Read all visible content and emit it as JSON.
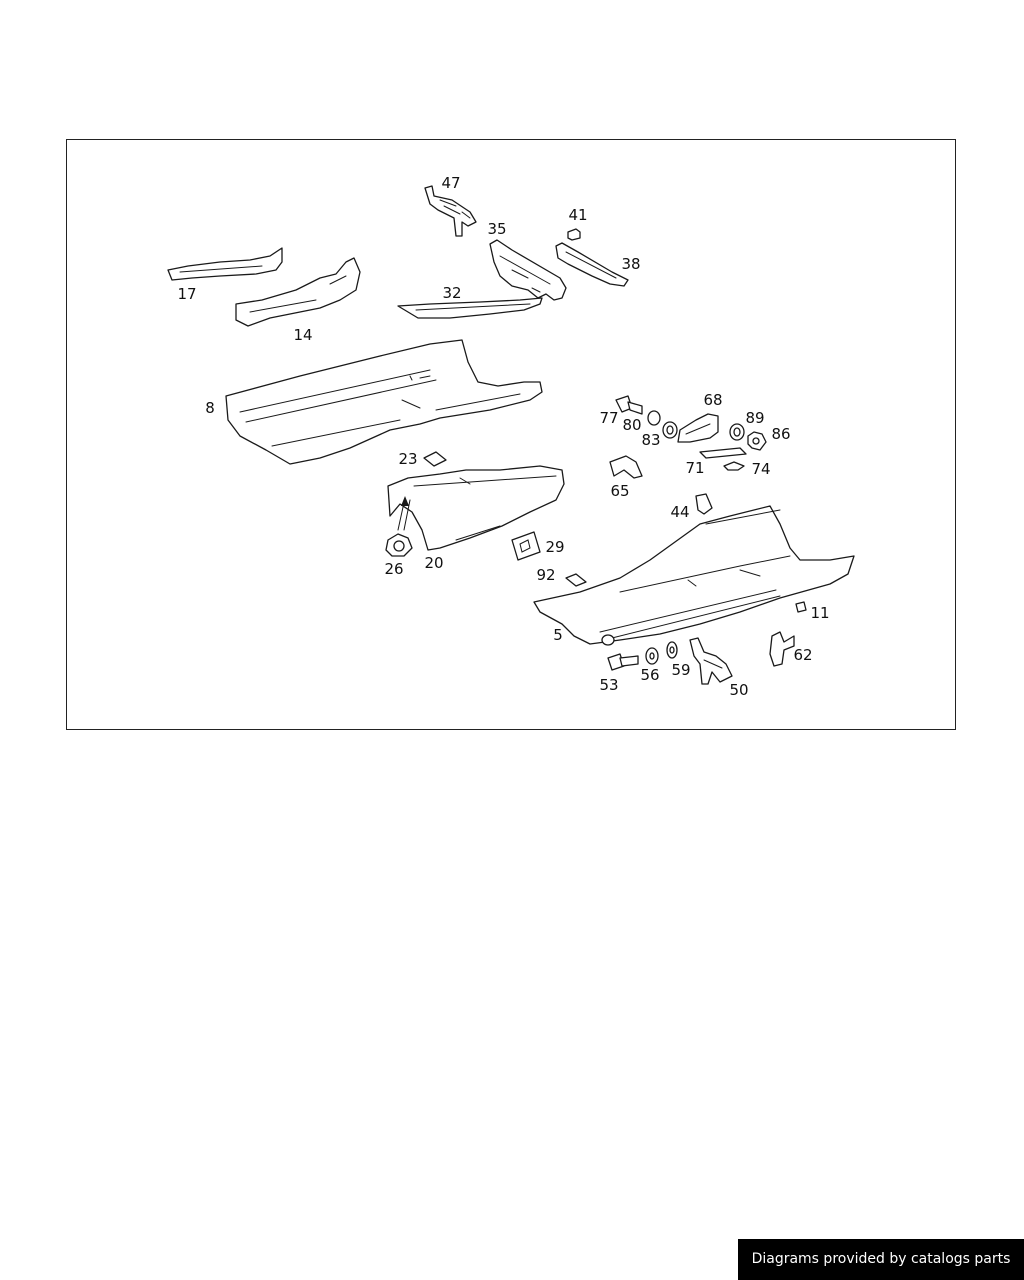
{
  "diagram": {
    "callouts": {
      "p47": "47",
      "p41": "41",
      "p35": "35",
      "p38": "38",
      "p17": "17",
      "p32": "32",
      "p14": "14",
      "p8": "8",
      "p68": "68",
      "p77": "77",
      "p89": "89",
      "p80": "80",
      "p86": "86",
      "p83": "83",
      "p23": "23",
      "p71": "71",
      "p74": "74",
      "p65": "65",
      "p44": "44",
      "p29": "29",
      "p26": "26",
      "p20": "20",
      "p92": "92",
      "p11": "11",
      "p5": "5",
      "p62": "62",
      "p53": "53",
      "p56": "56",
      "p59": "59",
      "p50": "50"
    }
  },
  "footer": {
    "credit": "Diagrams provided by catalogs parts"
  }
}
